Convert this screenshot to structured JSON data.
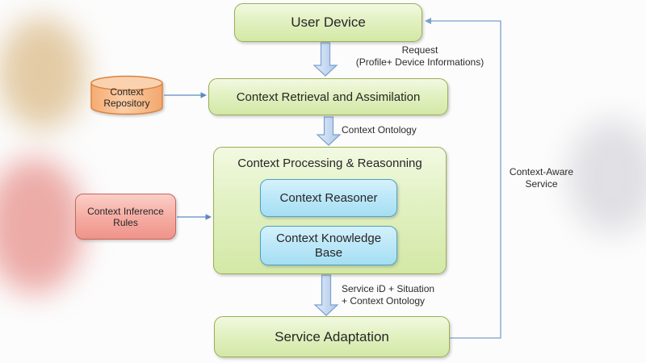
{
  "diagram": {
    "nodes": {
      "user_device": {
        "label": "User Device"
      },
      "context_repository": {
        "line1": "Context",
        "line2": "Repository"
      },
      "context_retrieval": {
        "label": "Context Retrieval and Assimilation"
      },
      "context_processing": {
        "title": "Context Processing & Reasonning"
      },
      "context_reasoner": {
        "label": "Context Reasoner"
      },
      "context_knowledge_base": {
        "line1": "Context Knowledge",
        "line2": "Base"
      },
      "context_inference_rules": {
        "line1": "Context Inference",
        "line2": "Rules"
      },
      "service_adaptation": {
        "label": "Service Adaptation"
      }
    },
    "edge_labels": {
      "request": {
        "line1": "Request",
        "line2": "(Profile+ Device Informations)"
      },
      "context_ontology": {
        "label": "Context Ontology"
      },
      "service_output": {
        "line1": "Service iD + Situation",
        "line2": "+ Context Ontology"
      },
      "context_aware_service": {
        "line1": "Context-Aware",
        "line2": "Service"
      }
    },
    "colors": {
      "green_box_fill_top": "#edf6d6",
      "green_box_fill_bottom": "#d3e8a6",
      "green_box_border": "#9bae55",
      "blue_box_fill_top": "#cdeefb",
      "blue_box_fill_bottom": "#a4def3",
      "blue_box_border": "#4ba3c7",
      "orange_cylinder_fill": "#f8bd8e",
      "orange_cylinder_border": "#d9823c",
      "pink_box_fill_top": "#f9c5bd",
      "pink_box_fill_bottom": "#ef938a",
      "pink_box_border": "#c6665c",
      "block_arrow_fill": "#c9dbf0",
      "block_arrow_border": "#7ba1d1",
      "connector_line": "#5b8bbf",
      "label_text": "#262626"
    }
  }
}
